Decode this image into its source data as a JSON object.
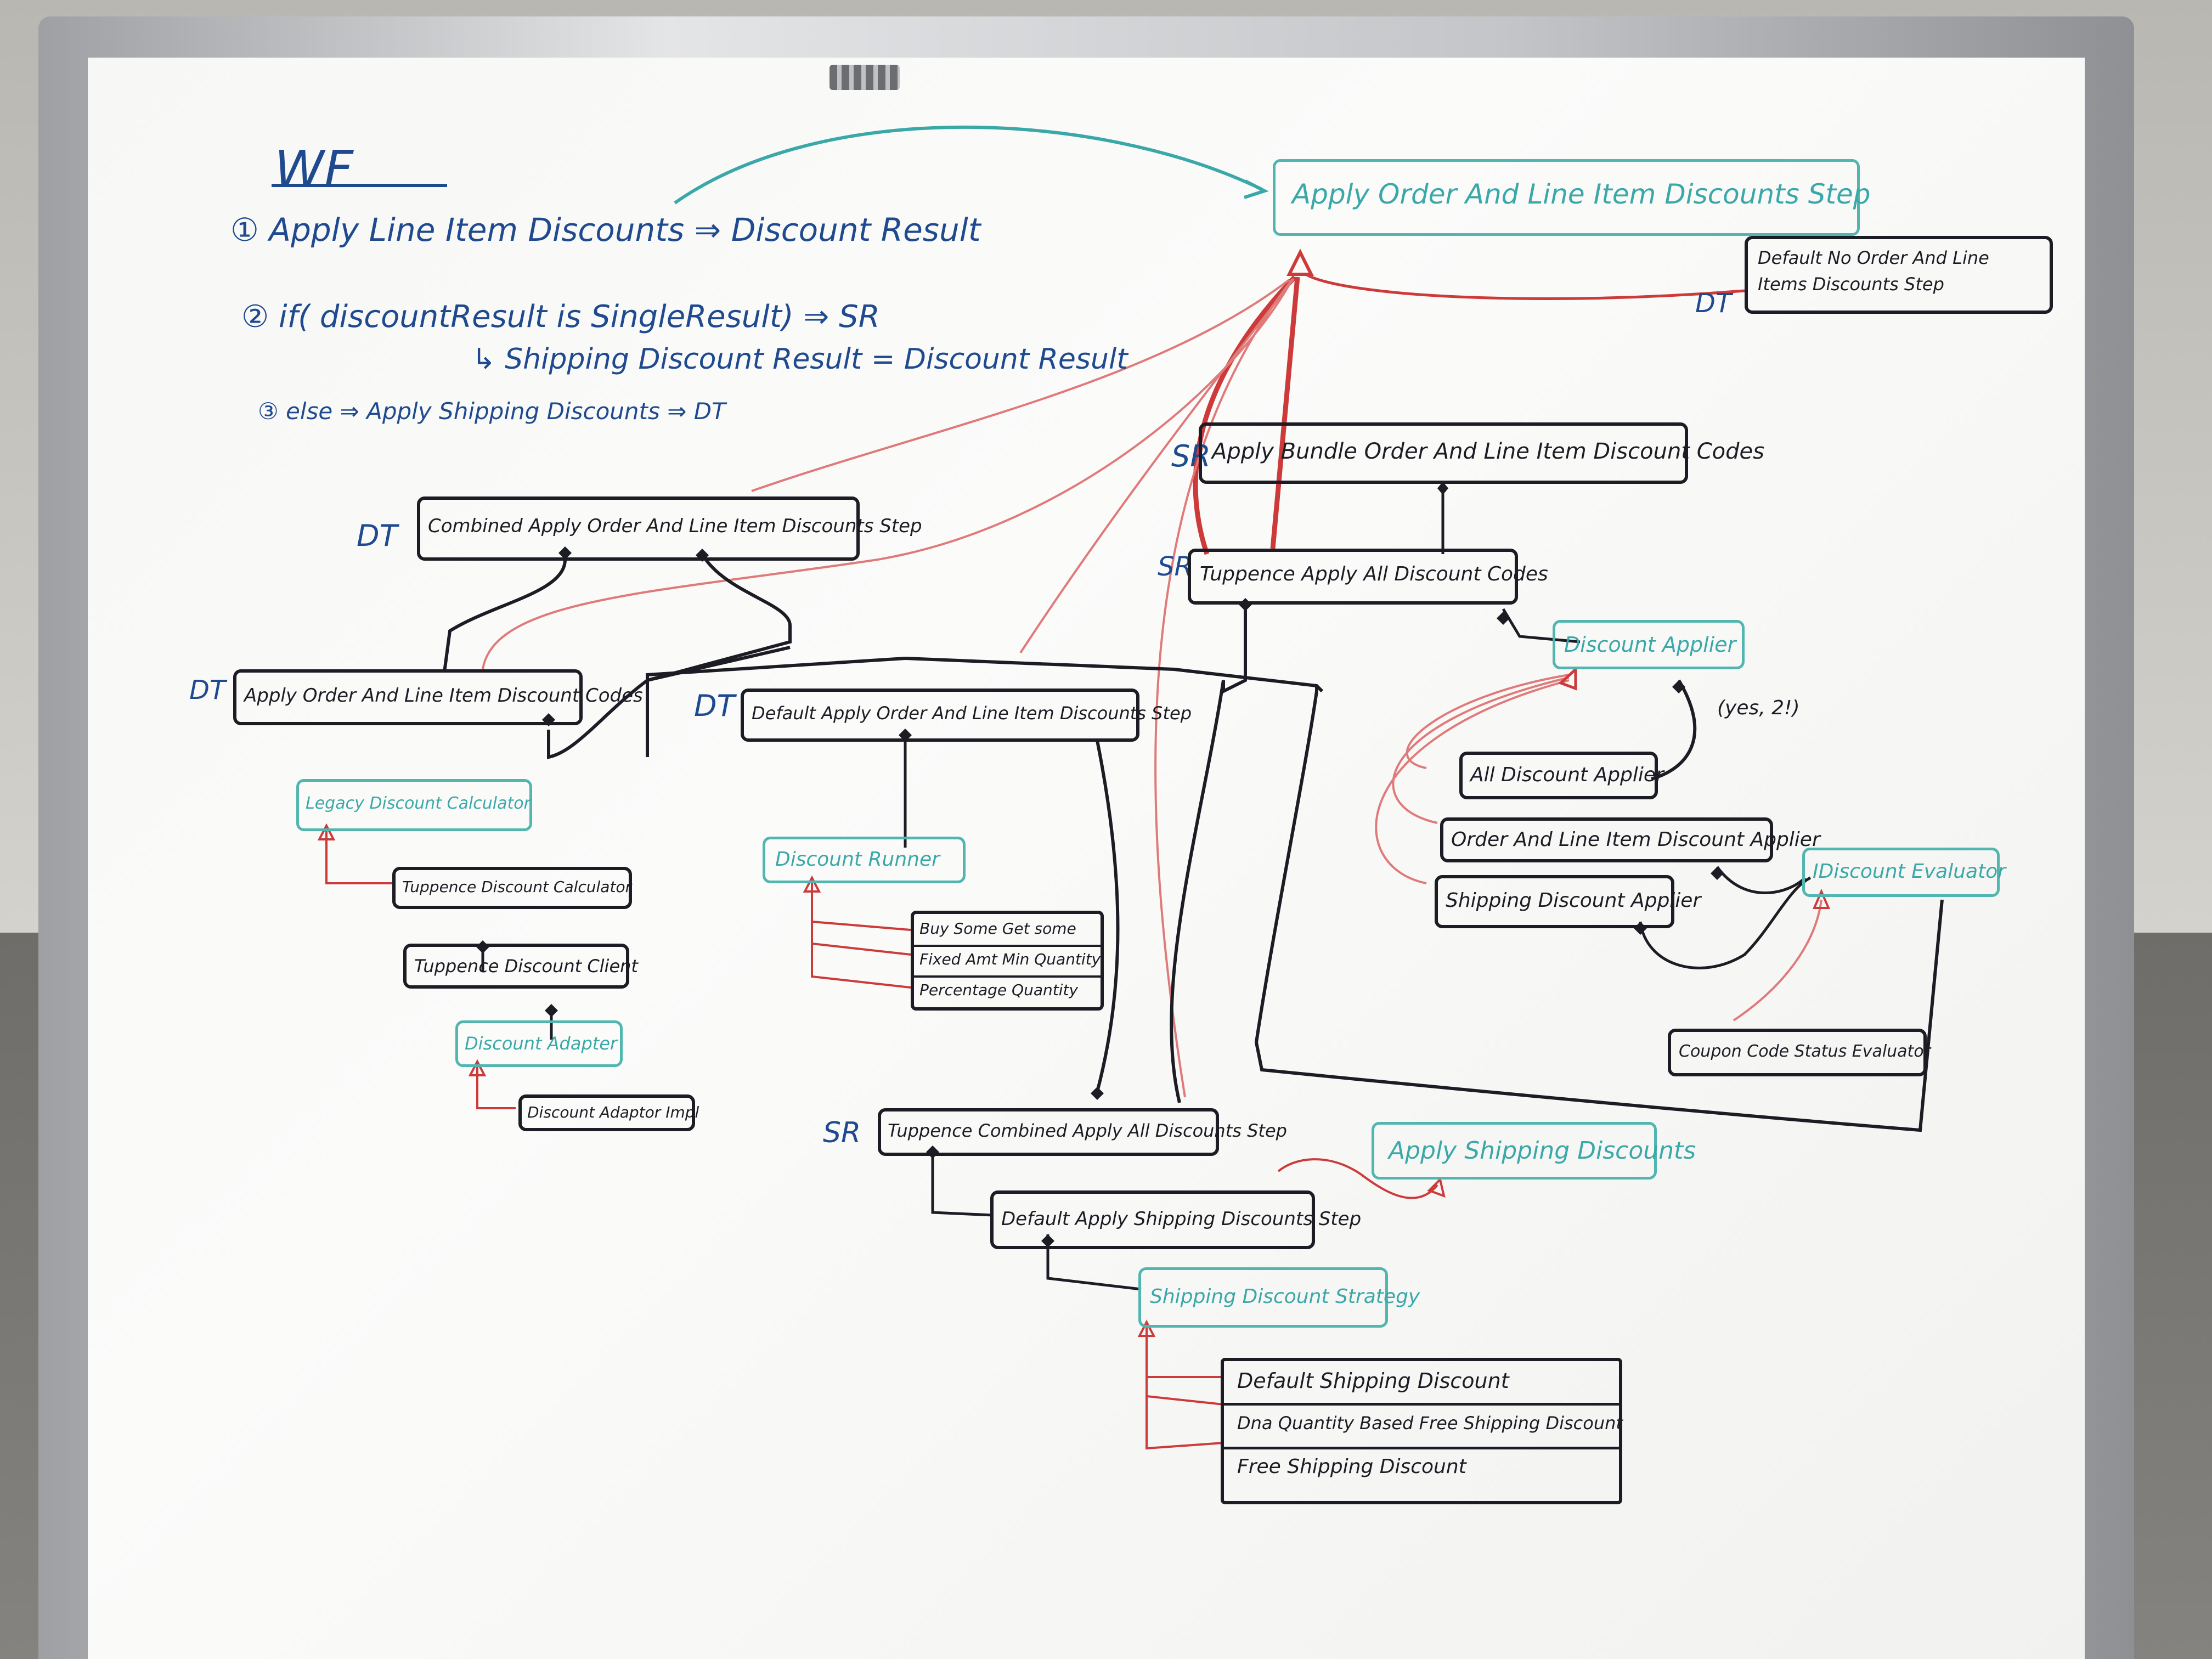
{
  "wf": {
    "title": "WF",
    "step1": "① Apply Line Item Discounts ⇒ Discount Result",
    "step2": "② if( discountResult is SingleResult) ⇒ SR",
    "step2b": "↳ Shipping Discount Result = Discount Result",
    "step3": "③ else ⇒ Apply Shipping Discounts ⇒ DT"
  },
  "tags": {
    "dt": "DT",
    "sr": "SR"
  },
  "nodes": {
    "top": "Apply Order And Line Item Discounts Step",
    "default_no": "Default No Order And Line Items Discounts Step",
    "bundle": "Apply Bundle Order And Line Item Discount Codes",
    "tuppence_all_codes": "Tuppence Apply All Discount Codes",
    "combined": "Combined Apply Order And Line Item Discounts Step",
    "apply_codes": "Apply Order And Line Item Discount Codes",
    "default_apply": "Default Apply Order And Line Item Discounts Step",
    "legacy": "Legacy Discount Calculator",
    "tup_calc": "Tuppence Discount Calculator",
    "tup_client": "Tuppence Discount Client",
    "adapter": "Discount Adapter",
    "adapter_impl": "Discount Adaptor Impl",
    "runner": "Discount Runner",
    "runner_items": [
      "Buy Some Get some",
      "Fixed Amt Min Quantity",
      "Percentage Quantity"
    ],
    "applier": "Discount Applier",
    "yes2": "(yes, 2!)",
    "all_applier": "All Discount Applier",
    "order_applier": "Order And Line Item Discount Applier",
    "shipping_applier": "Shipping Discount Applier",
    "evaluator": "IDiscount Evaluator",
    "coupon": "Coupon Code Status Evaluator",
    "tup_combined": "Tuppence Combined Apply All Discounts Step",
    "apply_shipping": "Apply Shipping Discounts",
    "default_shipping_step": "Default Apply Shipping Discounts Step",
    "strategy": "Shipping Discount Strategy",
    "strategy_items": [
      "Default Shipping Discount",
      "Dna Quantity Based Free Shipping Discount",
      "Free Shipping Discount"
    ]
  },
  "colors": {
    "black": "#1c1c24",
    "blue": "#1f4a8f",
    "teal": "#3aa8a8",
    "red": "#cc3a3a"
  }
}
